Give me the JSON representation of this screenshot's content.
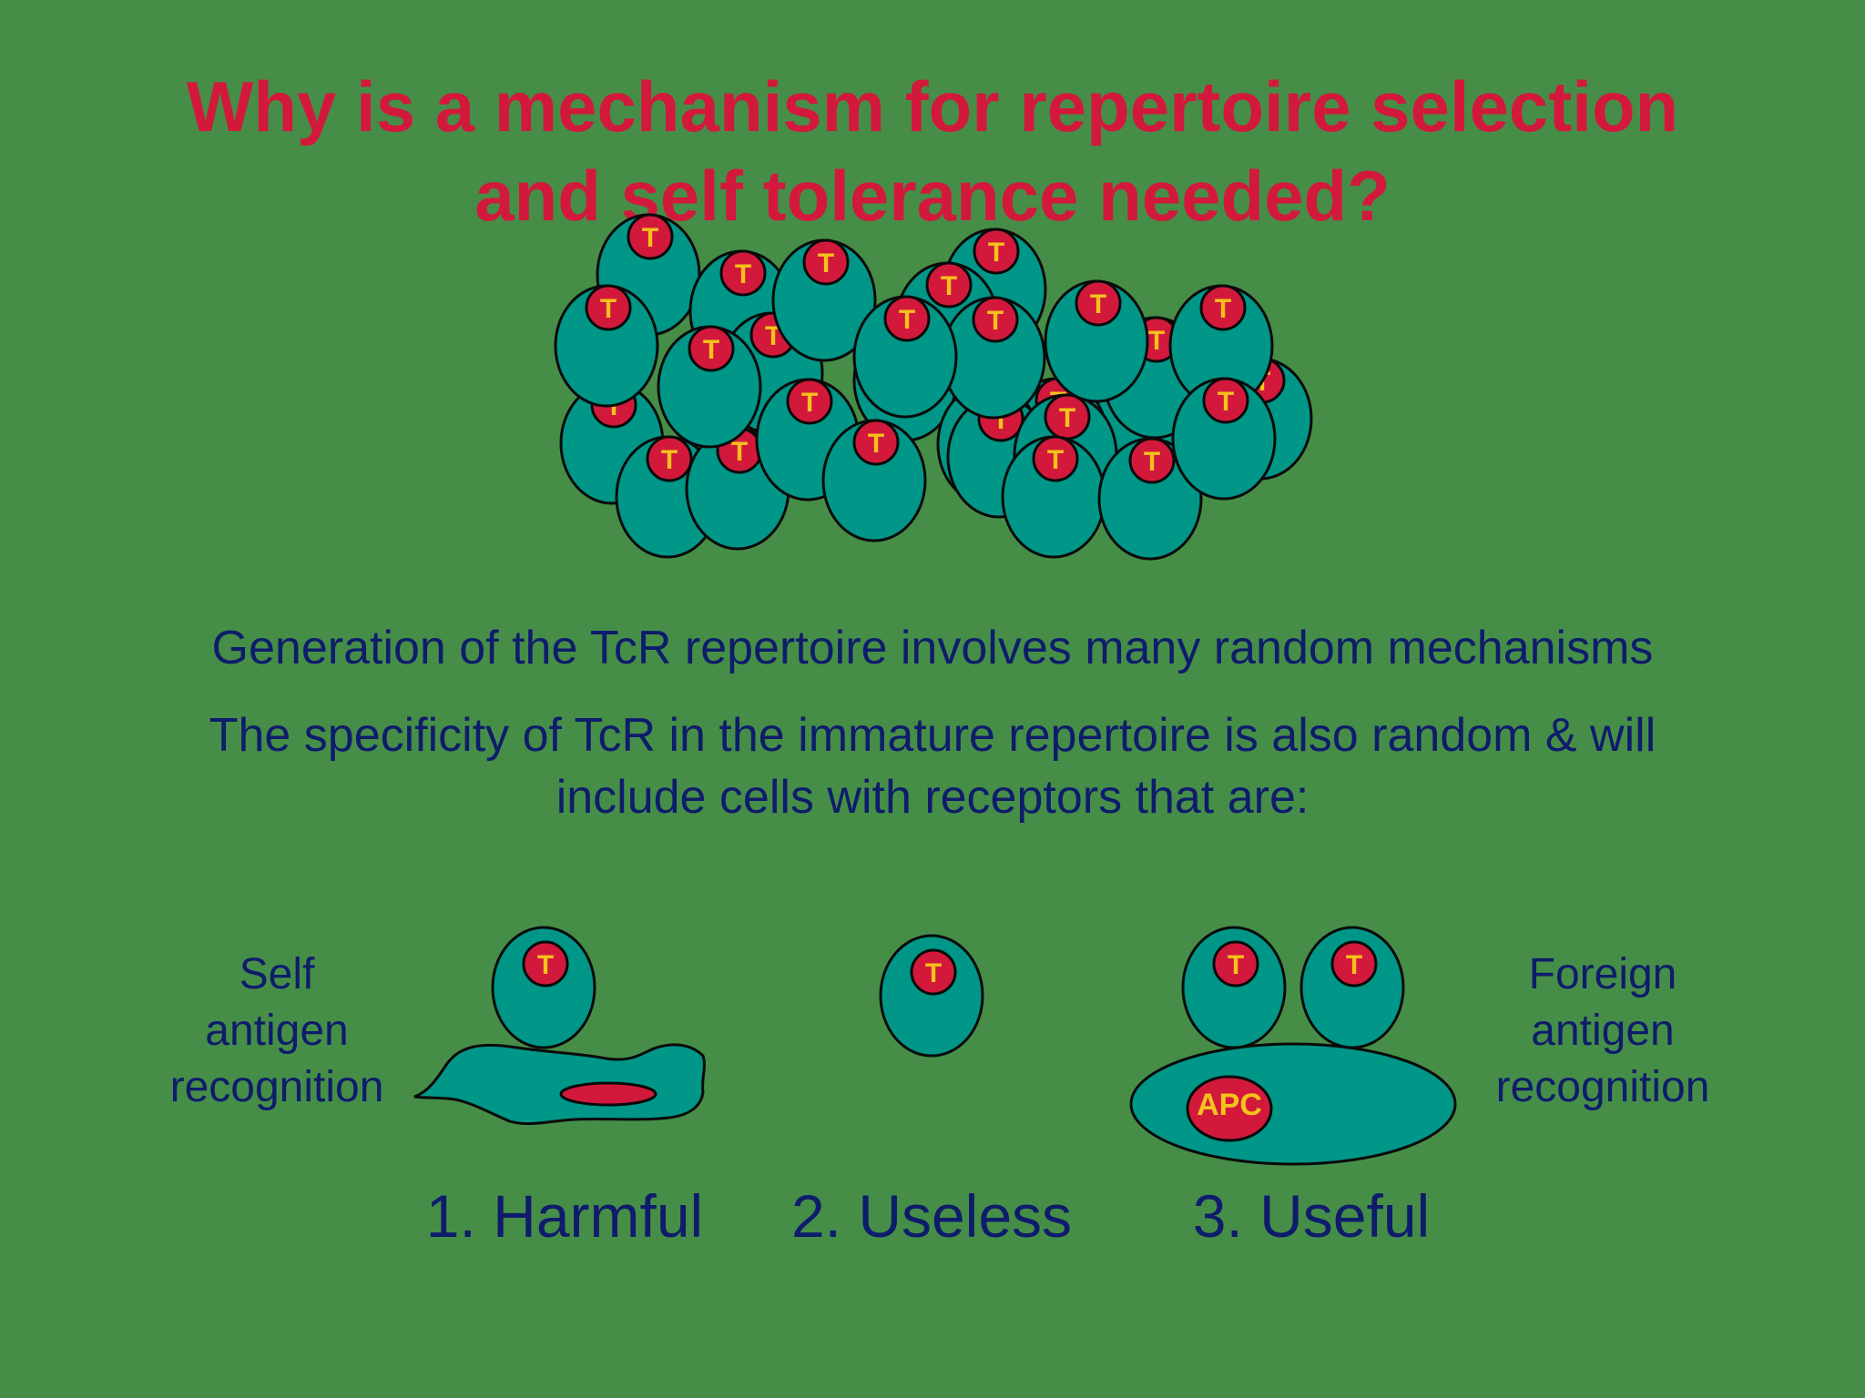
{
  "title": {
    "line1": "Why is a mechanism for repertoire selection",
    "line2": "and self tolerance needed?"
  },
  "body": {
    "line1": "Generation of the TcR repertoire involves many random mechanisms",
    "line2a": "The specificity of TcR in the immature repertoire is also random & will",
    "line2b": "include cells with receptors that are:"
  },
  "cell_label": "T",
  "apc_label": "APC",
  "left_label": {
    "l1": "Self",
    "l2": "antigen",
    "l3": "recognition"
  },
  "right_label": {
    "l1": "Foreign",
    "l2": "antigen",
    "l3": "recognition"
  },
  "categories": {
    "harmful": "1. Harmful",
    "useless": "2. Useless",
    "useful": "3. Useful"
  },
  "colors": {
    "background": "#468e48",
    "title": "#d2193c",
    "text": "#0f1c6b",
    "cell": "#009688",
    "nucleus": "#d2193c",
    "cell_letter": "#f5c21b"
  }
}
